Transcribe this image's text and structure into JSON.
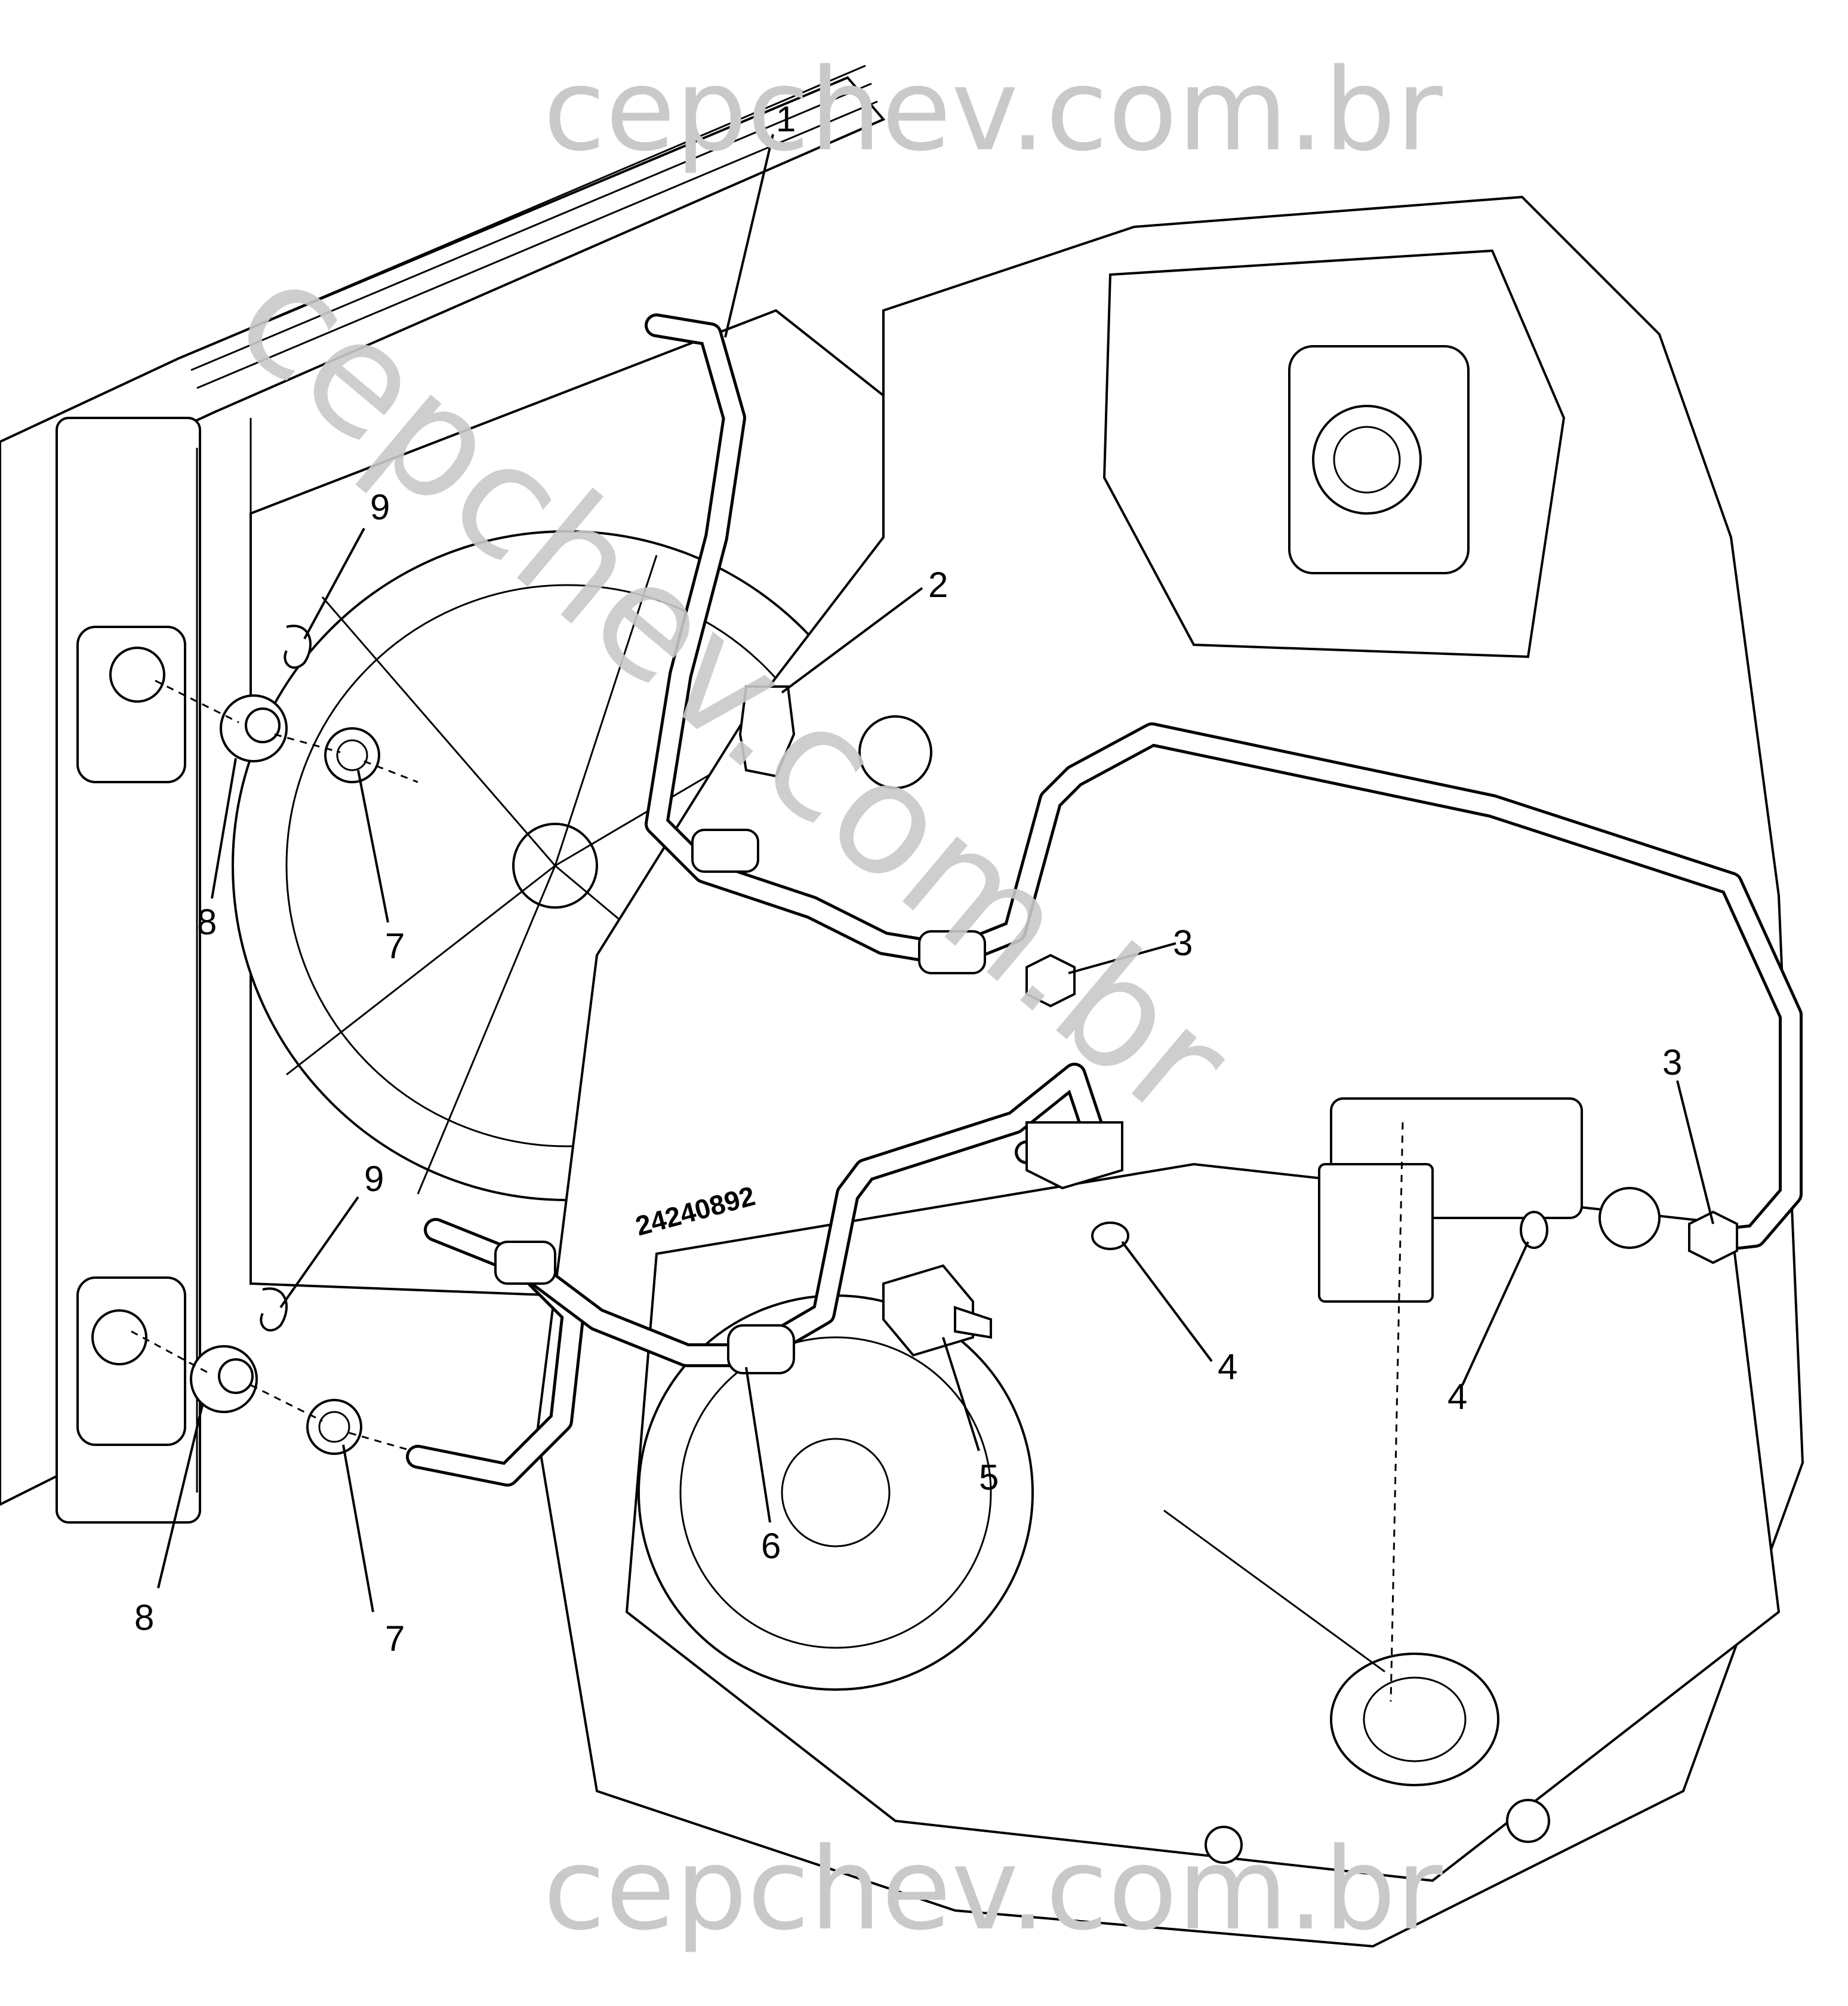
{
  "watermark": {
    "top": "cepchev.com.br",
    "bottom": "cepchev.com.br",
    "diagonal": "cepchev.com.br"
  },
  "part_stamp": "24240892",
  "callouts": [
    {
      "id": "c1",
      "label": "1"
    },
    {
      "id": "c2",
      "label": "2"
    },
    {
      "id": "c3a",
      "label": "3"
    },
    {
      "id": "c3b",
      "label": "3"
    },
    {
      "id": "c4a",
      "label": "4"
    },
    {
      "id": "c4b",
      "label": "4"
    },
    {
      "id": "c5",
      "label": "5"
    },
    {
      "id": "c6",
      "label": "6"
    },
    {
      "id": "c7a",
      "label": "7"
    },
    {
      "id": "c7b",
      "label": "7"
    },
    {
      "id": "c8a",
      "label": "8"
    },
    {
      "id": "c8b",
      "label": "8"
    },
    {
      "id": "c9a",
      "label": "9"
    },
    {
      "id": "c9b",
      "label": "9"
    }
  ]
}
